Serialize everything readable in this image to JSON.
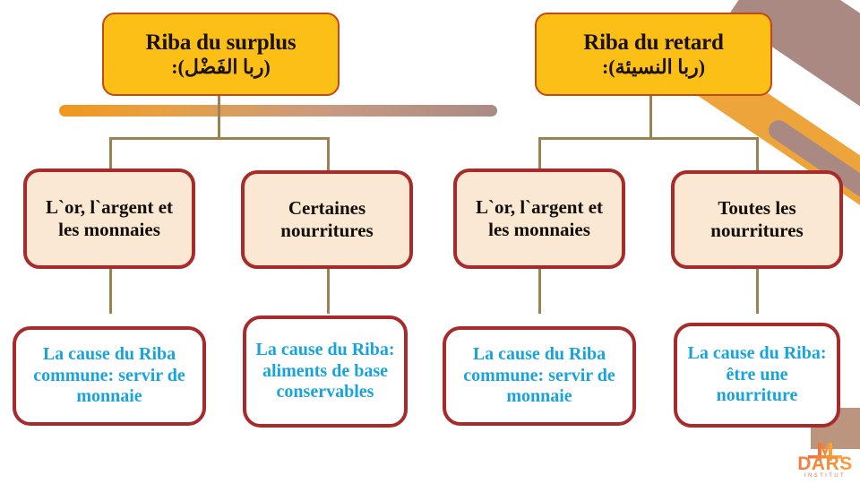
{
  "diagram": {
    "title_line_colors": {
      "header_fill": "#fcbf15",
      "header_border": "#c14a18",
      "mid_fill": "#fbe8d3",
      "box_border": "#a82a2a",
      "leaf_text": "#18a3dc",
      "connector": "#9a8350",
      "deco_orange": "#eda43a",
      "deco_mauve": "#ab8983"
    },
    "headers": [
      {
        "latin": "Riba du surplus",
        "arabic": "(ربا الفَضْل):"
      },
      {
        "latin": "Riba du retard",
        "arabic": "(ربا النسيئة):"
      }
    ],
    "categories": [
      {
        "label": "L`or, l`argent et les monnaies"
      },
      {
        "label": "Certaines nourritures"
      },
      {
        "label": "L`or, l`argent et les monnaies"
      },
      {
        "label": "Toutes les nourritures"
      }
    ],
    "causes": [
      {
        "label": "La cause du Riba commune: servir de monnaie"
      },
      {
        "label": "La cause du Riba: aliments de base conservables"
      },
      {
        "label": "La cause du Riba commune: servir de monnaie"
      },
      {
        "label": "La cause du Riba: être une nourriture"
      }
    ]
  },
  "logo": {
    "word": "DARS",
    "sub": "INSTITUT"
  }
}
